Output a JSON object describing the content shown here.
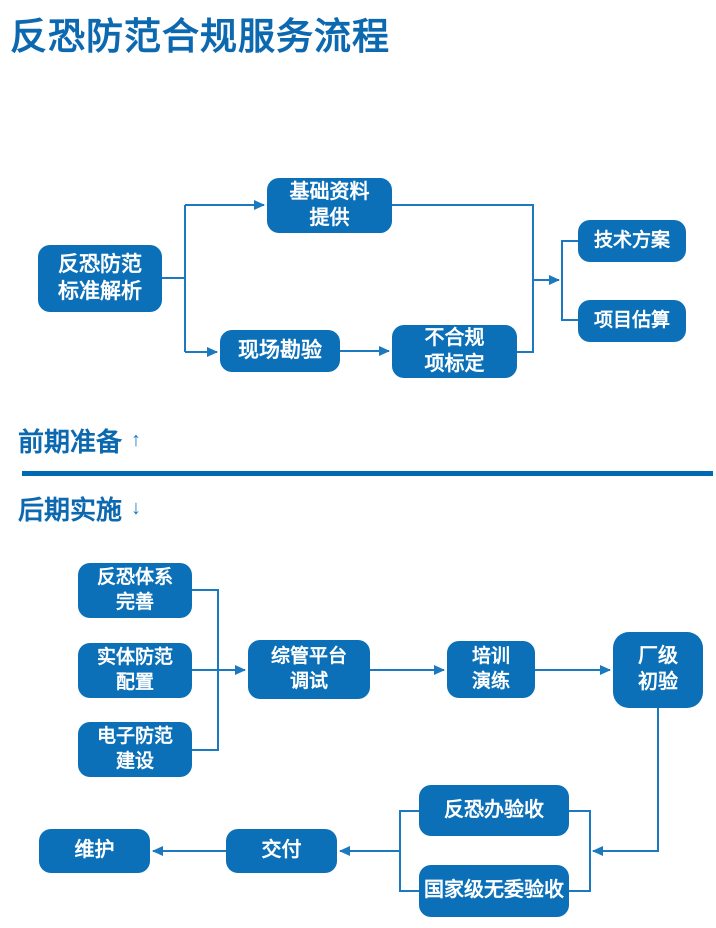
{
  "page": {
    "title": "反恐防范合规服务流程"
  },
  "colors": {
    "title_text": "#0c69b0",
    "box_fill": "#0b70b8",
    "box_text": "#ffffff",
    "connector": "#1b79c0",
    "divider_line": "#0069b4"
  },
  "divider": {
    "prep_label": "前期准备",
    "prep_arrow": "↑",
    "impl_label": "后期实施",
    "impl_arrow": "↓"
  },
  "flow_prep": {
    "std_analysis": "反恐防范\n标准解析",
    "base_materials": "基础资料\n提供",
    "site_survey": "现场勘验",
    "noncompliance": "不合规\n项标定",
    "tech_plan": "技术方案",
    "estimate": "项目估算"
  },
  "flow_impl": {
    "system_improve": "反恐体系\n完善",
    "physical_config": "实体防范\n配置",
    "electronic_build": "电子防范\n建设",
    "platform_debug": "综管平台\n调试",
    "training_drill": "培训\n演练",
    "factory_check": "厂级\n初验",
    "counterterror_accept": "反恐办验收",
    "national_accept": "国家级无委验收",
    "delivery": "交付",
    "maintenance": "维护"
  }
}
